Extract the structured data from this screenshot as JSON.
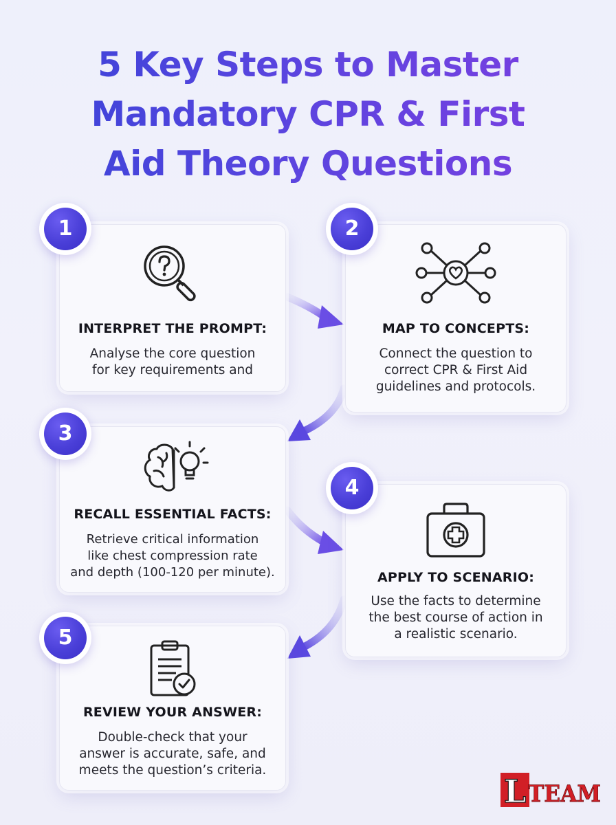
{
  "title": {
    "line1": "5 Key Steps to Master",
    "line2": "Mandatory CPR & First",
    "line3": "Aid Theory Questions"
  },
  "steps": [
    {
      "number": "1",
      "heading": "INTERPRET THE PROMPT:",
      "lines": [
        "Analyse the core question",
        "for key requirements and"
      ],
      "icon": "question-magnifier-icon"
    },
    {
      "number": "2",
      "heading": "MAP TO CONCEPTS:",
      "lines": [
        "Connect the question to",
        "correct CPR & First Aid",
        "guidelines and protocols."
      ],
      "icon": "heart-network-icon"
    },
    {
      "number": "3",
      "heading": "RECALL ESSENTIAL FACTS:",
      "lines": [
        "Retrieve critical information",
        "like chest compression rate",
        "and depth (100-120 per minute)."
      ],
      "icon": "brain-lightbulb-icon"
    },
    {
      "number": "4",
      "heading": "APPLY TO SCENARIO:",
      "lines": [
        "Use the facts to determine",
        "the best course of action in",
        "a realistic scenario."
      ],
      "icon": "first-aid-kit-icon"
    },
    {
      "number": "5",
      "heading": "REVIEW YOUR ANSWER:",
      "lines": [
        "Double-check that your",
        "answer is accurate, safe, and",
        "meets the question’s criteria."
      ],
      "icon": "clipboard-check-icon"
    }
  ],
  "logo": {
    "text": "LTEAM",
    "initial": "L",
    "rest": "TEAM"
  },
  "colors": {
    "accent": "#4a3fd8",
    "title_start": "#3a44d8",
    "title_end": "#7b3fe0",
    "logo_red": "#d11f26"
  }
}
